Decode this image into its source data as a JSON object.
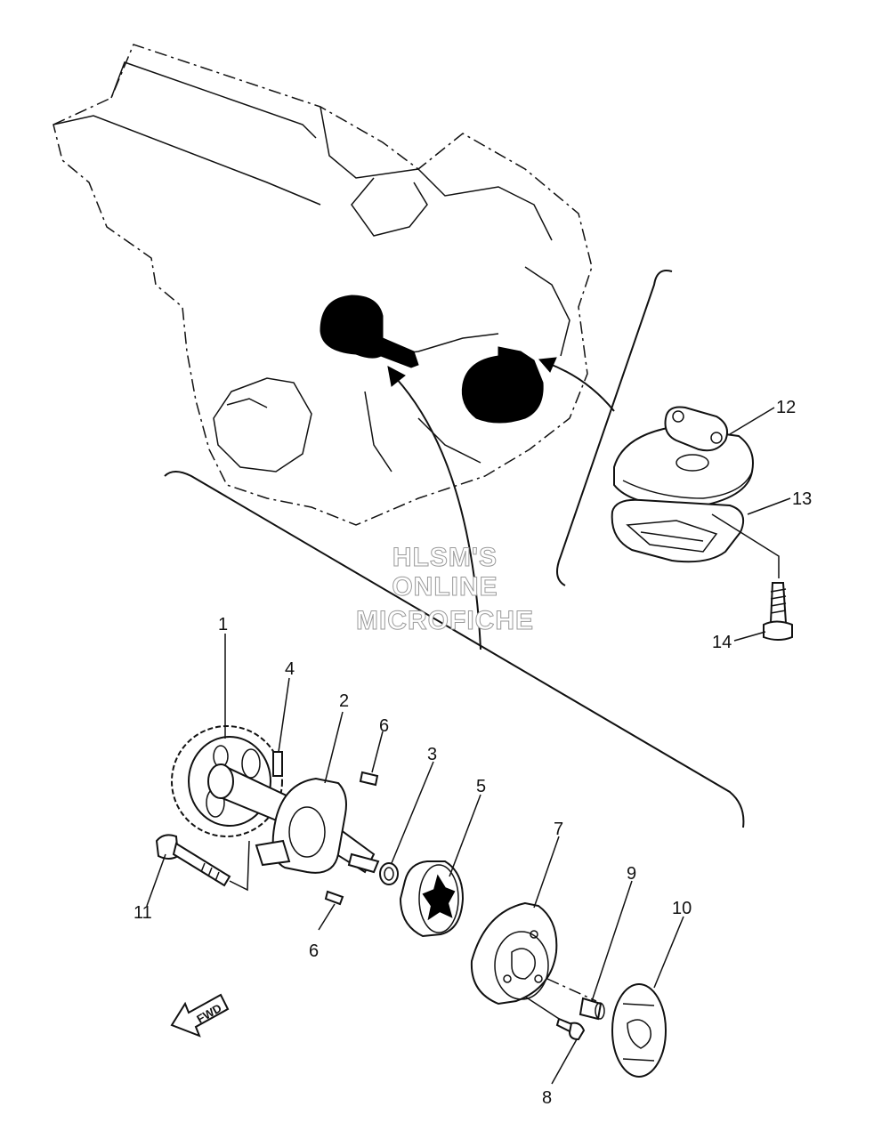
{
  "watermark": {
    "line1": "HLSM'S",
    "line2": "ONLINE",
    "line3": "MICROFICHE"
  },
  "fwd_label": "FWD",
  "callouts": [
    {
      "id": "1",
      "text": "1"
    },
    {
      "id": "2",
      "text": "2"
    },
    {
      "id": "3",
      "text": "3"
    },
    {
      "id": "4",
      "text": "4"
    },
    {
      "id": "5",
      "text": "5"
    },
    {
      "id": "6a",
      "text": "6"
    },
    {
      "id": "6b",
      "text": "6"
    },
    {
      "id": "7",
      "text": "7"
    },
    {
      "id": "8",
      "text": "8"
    },
    {
      "id": "9",
      "text": "9"
    },
    {
      "id": "10",
      "text": "10"
    },
    {
      "id": "11",
      "text": "11"
    },
    {
      "id": "12",
      "text": "12"
    },
    {
      "id": "13",
      "text": "13"
    },
    {
      "id": "14",
      "text": "14"
    }
  ]
}
